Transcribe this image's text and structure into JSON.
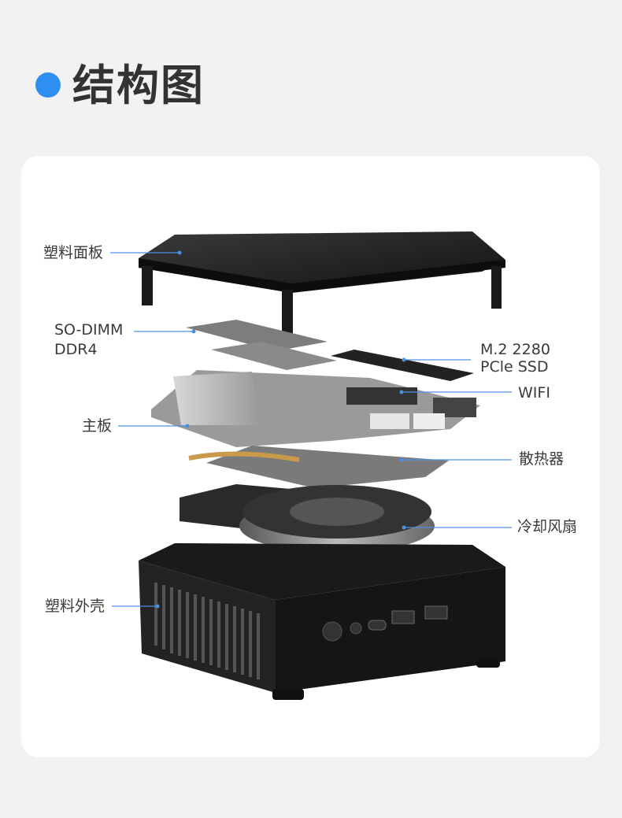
{
  "header": {
    "title": "结构图"
  },
  "colors": {
    "accent": "#2f8ff0",
    "leader_line": "#4a90e2"
  },
  "labels": {
    "top_panel": "塑料面板",
    "memory_line1": "SO-DIMM",
    "memory_line2": "DDR4",
    "motherboard": "主板",
    "shell": "塑料外壳",
    "ssd_line1": "M.2 2280",
    "ssd_line2": "PCle SSD",
    "wifi": "WIFI",
    "heatsink": "散热器",
    "fan": "冷却风扇"
  }
}
